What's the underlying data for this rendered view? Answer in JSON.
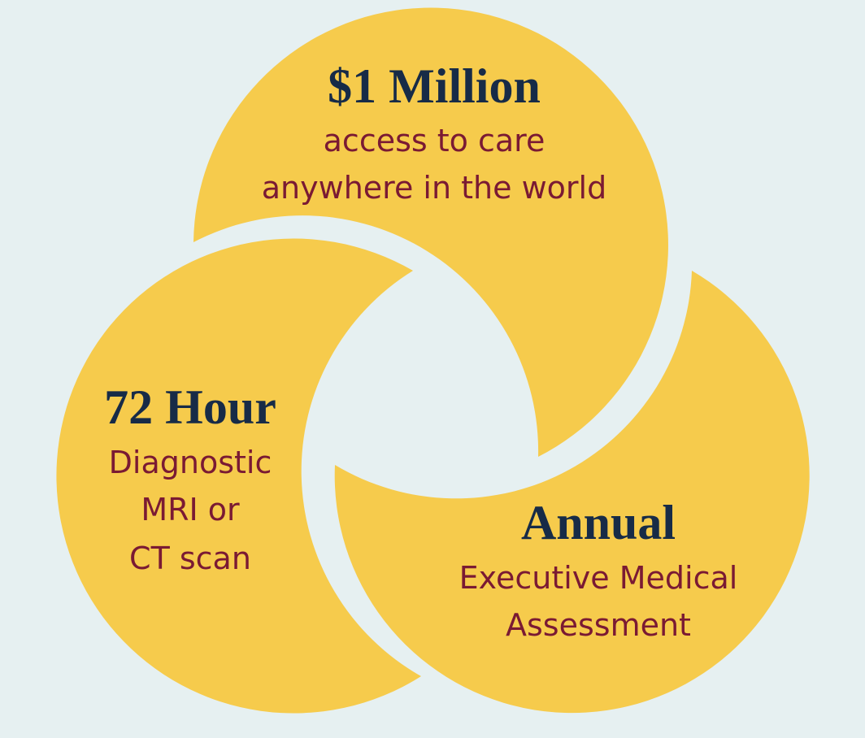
{
  "colors": {
    "background": "#e6f0f1",
    "circle_fill": "#f6cb4c",
    "headline": "#172b47",
    "subtext": "#7a1a33"
  },
  "segments": [
    {
      "key": "top",
      "headline": "$1 Million",
      "lines": [
        "access to care",
        "anywhere in the world"
      ]
    },
    {
      "key": "left",
      "headline": "72 Hour",
      "lines": [
        "Diagnostic",
        "MRI or",
        "CT scan"
      ]
    },
    {
      "key": "right",
      "headline": "Annual",
      "lines": [
        "Executive Medical",
        "Assessment"
      ]
    }
  ]
}
